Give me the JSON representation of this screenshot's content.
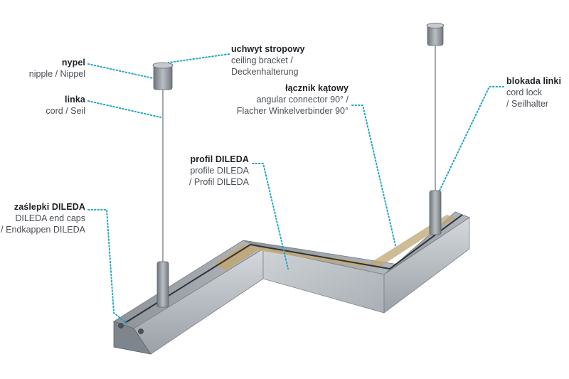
{
  "colors": {
    "leader": "#1fa6c4",
    "profile_light": "#c3c8cd",
    "profile_dark": "#8a9097",
    "diffuser": "#b8a06a",
    "hardware": "#9aa0a6"
  },
  "labels": {
    "nypel": {
      "title": "nypel",
      "sub1": "nipple / Nippel",
      "sub2": ""
    },
    "linka": {
      "title": "linka",
      "sub1": "cord / Seil",
      "sub2": ""
    },
    "zaslepki": {
      "title": "zaślepki DILEDA",
      "sub1": "DILEDA end caps",
      "sub2": "/ Endkappen DILEDA"
    },
    "uchwyt": {
      "title": "uchwyt stropowy",
      "sub1": "ceiling bracket /",
      "sub2": "Deckenhalterung"
    },
    "lacznik": {
      "title": "łącznik kątowy",
      "sub1": "angular connector 90° /",
      "sub2": "Flacher Winkelverbinder 90°"
    },
    "profil": {
      "title": "profil DILEDA",
      "sub1": "profile DILEDA",
      "sub2": "/ Profil DILEDA"
    },
    "blokada": {
      "title": "blokada linki",
      "sub1": "cord lock",
      "sub2": "/ Seilhalter"
    }
  }
}
